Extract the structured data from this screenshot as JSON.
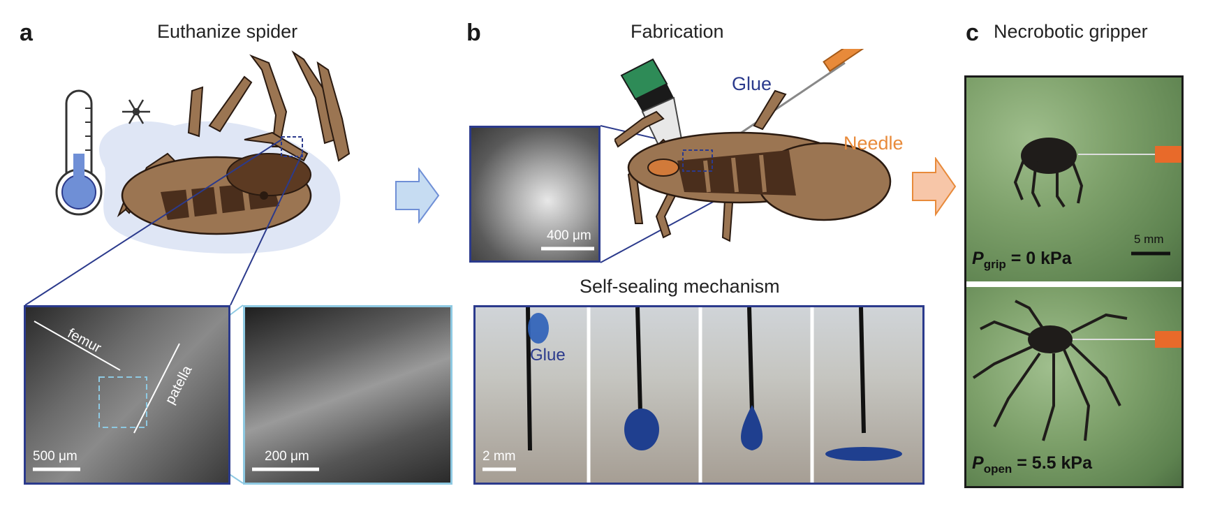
{
  "panels": {
    "a": {
      "letter": "a",
      "title": "Euthanize spider",
      "sem_left": {
        "scale_label": "500 μm",
        "labels": {
          "femur": "femur",
          "patella": "patella"
        }
      },
      "sem_right": {
        "scale_label": "200 μm"
      }
    },
    "b": {
      "letter": "b",
      "title": "Fabrication",
      "glue_label": "Glue",
      "needle_label": "Needle",
      "sem": {
        "scale_label": "400 μm"
      },
      "self_sealing": {
        "title": "Self-sealing mechanism",
        "glue_label": "Glue",
        "scale_label": "2 mm"
      }
    },
    "c": {
      "letter": "c",
      "title": "Necrobotic gripper",
      "top": {
        "p_symbol": "P",
        "subscript": "grip",
        "value": " = 0 kPa",
        "scale_label": "5 mm"
      },
      "bottom": {
        "p_symbol": "P",
        "subscript": "open",
        "value": " = 5.5 kPa"
      }
    }
  },
  "colors": {
    "spider_body": "#9b7552",
    "spider_dark": "#4a2e1c",
    "spider_outline": "#2a1a10",
    "accent_blue": "#2b3a8c",
    "light_blue_frame": "#8ec9e2",
    "arrow_blue": "#c6dcf2",
    "arrow_peach": "#f7c6a8",
    "needle_orange": "#e88a3a",
    "glue_green": "#2e8b57"
  }
}
